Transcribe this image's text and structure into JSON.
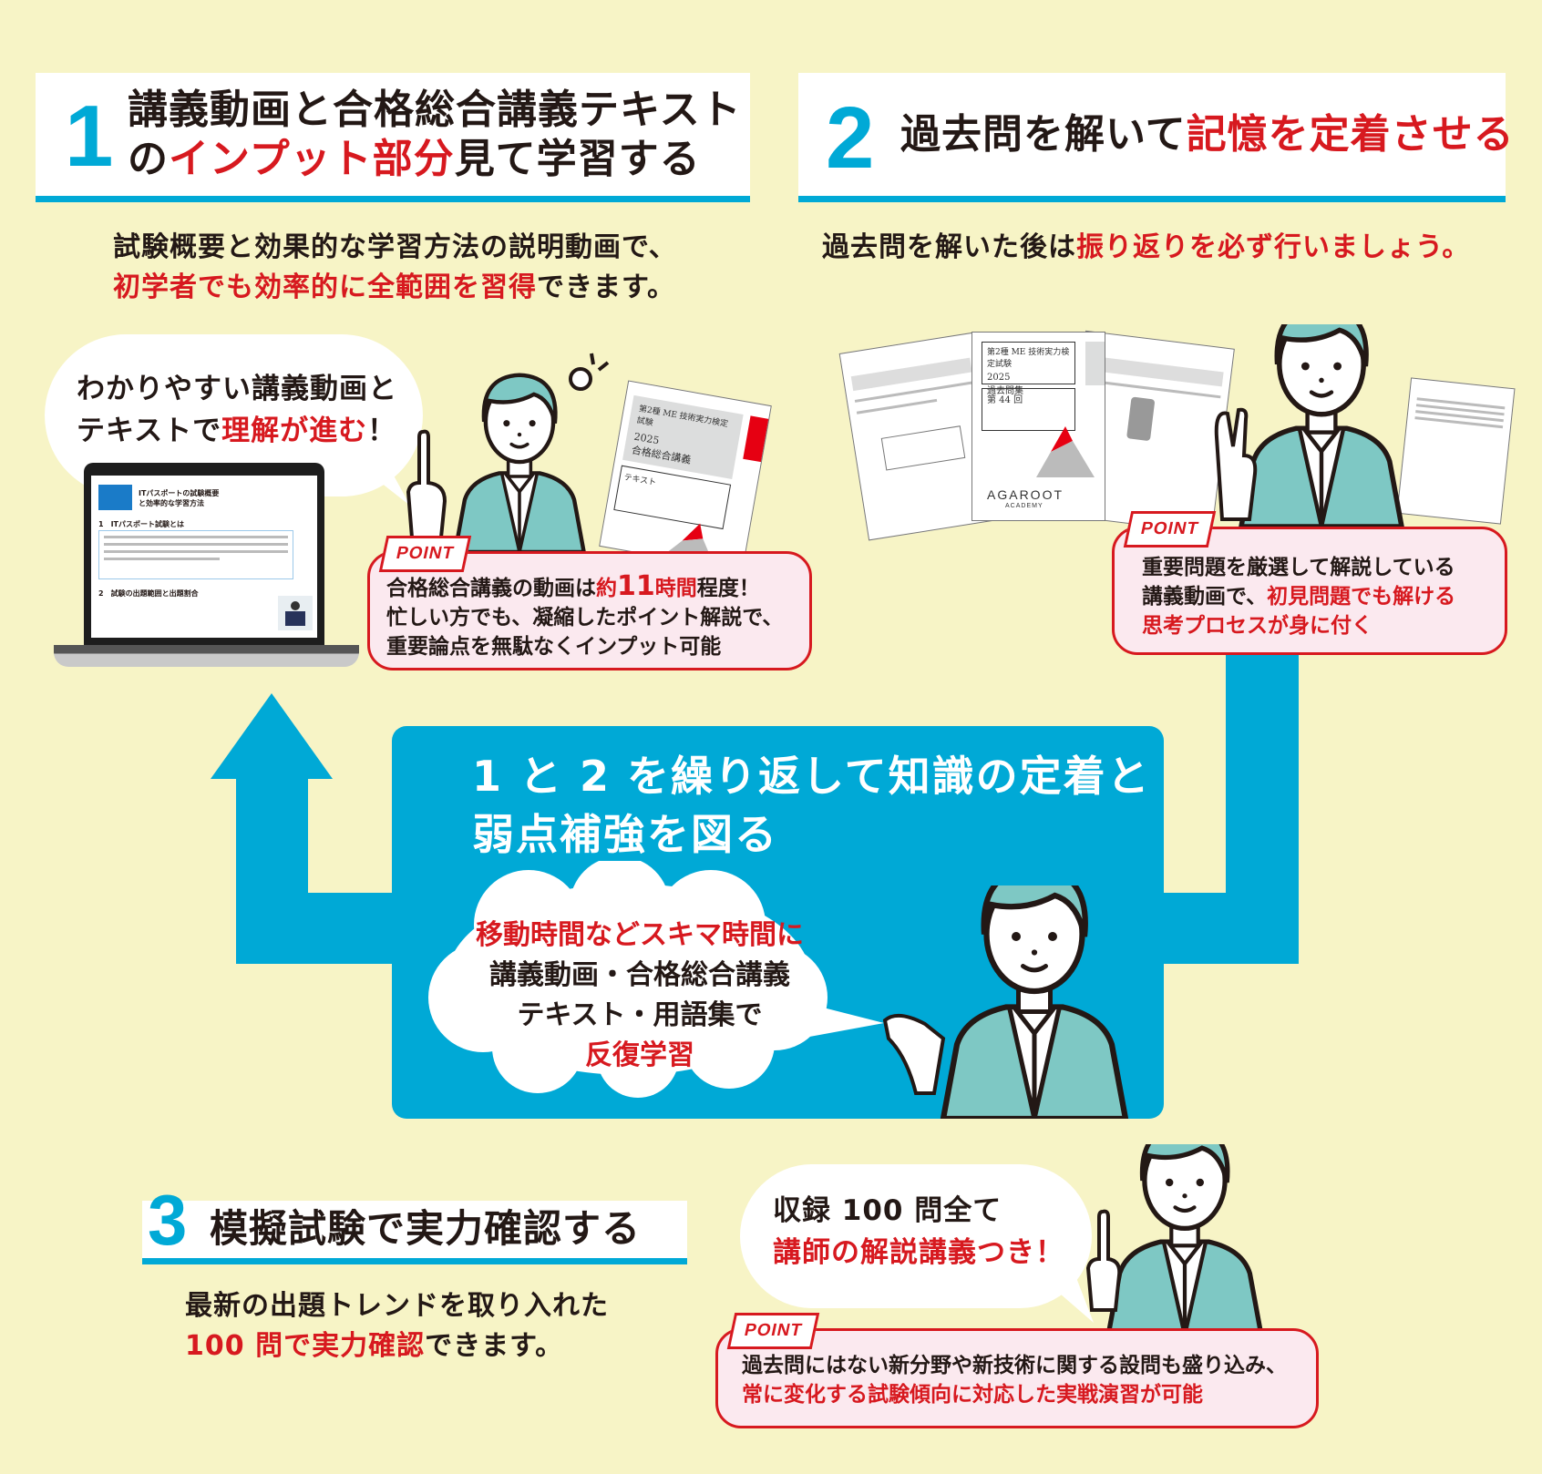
{
  "section1": {
    "number": "1",
    "title_line1": "講義動画と合格総合講義テキスト",
    "title_line2_a": "の",
    "title_line2_red": "インプット部分",
    "title_line2_b": "見て学習する",
    "desc_line1": "試験概要と効果的な学習方法の説明動画で、",
    "desc_line2_red": "初学者でも効率的に全範囲を習得",
    "desc_line2_b": "できます。",
    "bubble_line1": "わかりやすい講義動画と",
    "bubble_line2_a": "テキストで",
    "bubble_line2_red": "理解が進む",
    "bubble_line2_b": "！",
    "laptop_screen": {
      "title": "ITパスポートの試験概要と効率的な学習方法",
      "heading1": "1　ITパスポート試験とは",
      "heading2": "2　試験の出題範囲と出題割合"
    },
    "textbook": {
      "exam": "第2種 ME 技術実力検定試験",
      "year": "2025",
      "name": "合格総合講義",
      "label": "テキスト"
    },
    "point": {
      "tag": "POINT",
      "line1_a": "合格総合講義の動画は",
      "line1_red": "約",
      "line1_num": "11",
      "line1_red2": "時間",
      "line1_b": "程度！",
      "line2": "忙しい方でも、凝縮したポイント解説で、",
      "line3": "重要論点を無駄なくインプット可能"
    }
  },
  "section2": {
    "number": "2",
    "title_a": "過去問を解いて",
    "title_red": "記憶を定着させる",
    "desc_a": "過去問を解いた後は",
    "desc_red": "振り返りを必ず行いましょう。",
    "pastpaper": {
      "exam": "第2種 ME 技術実力検定試験",
      "year": "2025",
      "name": "過去問集",
      "round": "第 44 回",
      "brand": "AGAROOT",
      "brand_sub": "ACADEMY"
    },
    "point": {
      "tag": "POINT",
      "line1": "重要問題を厳選して解説している",
      "line2_a": "講義動画で、",
      "line2_red": "初見問題でも解ける",
      "line3_red": "思考プロセスが身に付く"
    }
  },
  "loop": {
    "title_line1": "1 と 2 を繰り返して知識の定着と",
    "title_line2": "弱点補強を図る",
    "cloud_line1_red": "移動時間などスキマ時間に",
    "cloud_line2": "講義動画・合格総合講義",
    "cloud_line3": "テキスト・用語集で",
    "cloud_line4_red": "反復学習"
  },
  "section3": {
    "number": "3",
    "title": "模擬試験で実力確認する",
    "desc_line1": "最新の出題トレンドを取り入れた",
    "desc_line2_red": "100 問で実力確認",
    "desc_line2_b": "できます。",
    "bubble_line1": "収録 100 問全て",
    "bubble_line2_red": "講師の解説講義つき！",
    "point": {
      "tag": "POINT",
      "line1": "過去問にはない新分野や新技術に関する設問も盛り込み、",
      "line2_red": "常に変化する試験傾向に対応した実戦演習が可能"
    }
  },
  "colors": {
    "background": "#f7f4c6",
    "blue": "#00a9d6",
    "red": "#d7191f",
    "point_fill": "#fbe9ef",
    "suit": "#7ec8c4"
  }
}
